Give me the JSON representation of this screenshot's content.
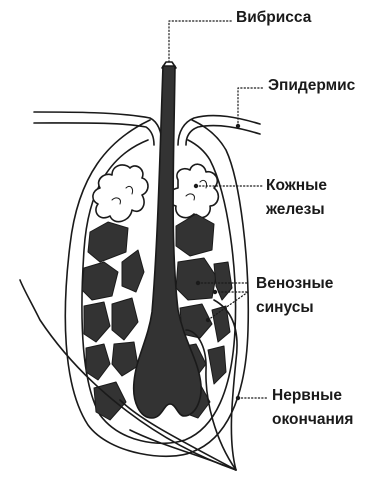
{
  "labels": {
    "vibrissa": "Вибрисса",
    "epidermis": "Эпидермис",
    "skin_glands_1": "Кожные",
    "skin_glands_2": "железы",
    "venous_sinuses_1": "Венозные",
    "venous_sinuses_2": "синусы",
    "nerve_endings_1": "Нервные",
    "nerve_endings_2": "окончания"
  },
  "colors": {
    "ink": "#1a1a1a",
    "dark_fill": "#333333",
    "background": "#ffffff"
  }
}
